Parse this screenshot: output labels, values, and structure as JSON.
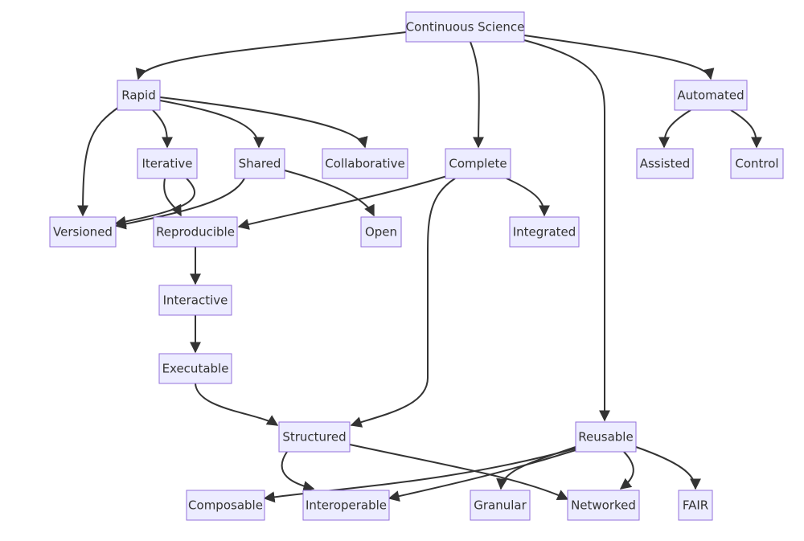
{
  "diagram": {
    "type": "flowchart",
    "nodes": [
      {
        "id": "continuous-science",
        "label": "Continuous Science"
      },
      {
        "id": "rapid",
        "label": "Rapid"
      },
      {
        "id": "automated",
        "label": "Automated"
      },
      {
        "id": "iterative",
        "label": "Iterative"
      },
      {
        "id": "shared",
        "label": "Shared"
      },
      {
        "id": "collaborative",
        "label": "Collaborative"
      },
      {
        "id": "complete",
        "label": "Complete"
      },
      {
        "id": "assisted",
        "label": "Assisted"
      },
      {
        "id": "control",
        "label": "Control"
      },
      {
        "id": "versioned",
        "label": "Versioned"
      },
      {
        "id": "reproducible",
        "label": "Reproducible"
      },
      {
        "id": "open",
        "label": "Open"
      },
      {
        "id": "integrated",
        "label": "Integrated"
      },
      {
        "id": "interactive",
        "label": "Interactive"
      },
      {
        "id": "executable",
        "label": "Executable"
      },
      {
        "id": "structured",
        "label": "Structured"
      },
      {
        "id": "reusable",
        "label": "Reusable"
      },
      {
        "id": "composable",
        "label": "Composable"
      },
      {
        "id": "interoperable",
        "label": "Interoperable"
      },
      {
        "id": "granular",
        "label": "Granular"
      },
      {
        "id": "networked",
        "label": "Networked"
      },
      {
        "id": "fair",
        "label": "FAIR"
      }
    ],
    "edges": [
      {
        "from": "continuous-science",
        "to": "rapid"
      },
      {
        "from": "continuous-science",
        "to": "complete"
      },
      {
        "from": "continuous-science",
        "to": "reusable"
      },
      {
        "from": "continuous-science",
        "to": "automated"
      },
      {
        "from": "rapid",
        "to": "versioned"
      },
      {
        "from": "rapid",
        "to": "iterative"
      },
      {
        "from": "rapid",
        "to": "shared"
      },
      {
        "from": "rapid",
        "to": "collaborative"
      },
      {
        "from": "automated",
        "to": "assisted"
      },
      {
        "from": "automated",
        "to": "control"
      },
      {
        "from": "iterative",
        "to": "versioned"
      },
      {
        "from": "iterative",
        "to": "reproducible"
      },
      {
        "from": "shared",
        "to": "versioned"
      },
      {
        "from": "shared",
        "to": "open"
      },
      {
        "from": "complete",
        "to": "reproducible"
      },
      {
        "from": "complete",
        "to": "structured"
      },
      {
        "from": "complete",
        "to": "integrated"
      },
      {
        "from": "reproducible",
        "to": "interactive"
      },
      {
        "from": "interactive",
        "to": "executable"
      },
      {
        "from": "executable",
        "to": "structured"
      },
      {
        "from": "structured",
        "to": "interoperable"
      },
      {
        "from": "structured",
        "to": "networked"
      },
      {
        "from": "reusable",
        "to": "composable"
      },
      {
        "from": "reusable",
        "to": "interoperable"
      },
      {
        "from": "reusable",
        "to": "granular"
      },
      {
        "from": "reusable",
        "to": "networked"
      },
      {
        "from": "reusable",
        "to": "fair"
      }
    ]
  }
}
